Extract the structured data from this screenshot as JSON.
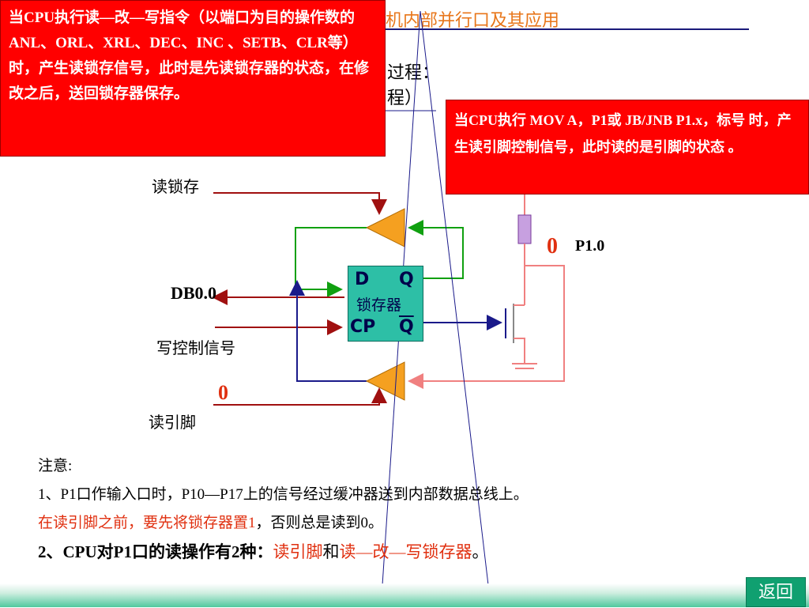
{
  "slide": {
    "title": "机内部并行口及其应用",
    "partial_line1": "过程：",
    "partial_line2": "程）"
  },
  "callout_left": {
    "text": "当CPU执行读—改—写指令（以端口为目的操作数的ANL、ORL、XRL、DEC、INC 、SETB、CLR等）时，产生读锁存信号，此时是先读锁存器的状态，在修改之后，送回锁存器保存。"
  },
  "callout_right": {
    "text": "当CPU执行  MOV   A，P1或 JB/JNB P1.x，标号 时，产生读引脚控制信号，此时读的是引脚的状态 。"
  },
  "diagram": {
    "read_latch": "读锁存",
    "db": "DB0.0",
    "write_ctrl": "写控制信号",
    "read_pin": "读引脚",
    "pin_label": "P1.0",
    "zero_pin": "0",
    "zero_read": "0",
    "latch_d": "D",
    "latch_q": "Q",
    "latch_name": "锁存器",
    "latch_cp": "CP",
    "latch_qbar": "Q"
  },
  "notes": {
    "heading": "注意:",
    "line1": " 1、P1口作输入口时，P10—P17上的信号经过缓冲器送到内部数据总线上。",
    "line2_red": "在读引脚之前，要先将锁存器置1",
    "line2_black": "，否则总是读到0。",
    "line3_a": "2、CPU对P1口的读操作有2种：",
    "line3_b": "读引脚",
    "line3_c": "和",
    "line3_d": "读—改—写锁存器",
    "line3_e": "。"
  },
  "nav": {
    "back": "返回"
  },
  "colors": {
    "callout": "#ff0000",
    "latch": "#2dbfa6",
    "buffer": "#f5a020",
    "green_wire": "#10a010",
    "blue_wire": "#1a1a8a",
    "red_wire": "#a01010",
    "pink_wire": "#f08080",
    "resistor": "#c7a0e0"
  }
}
